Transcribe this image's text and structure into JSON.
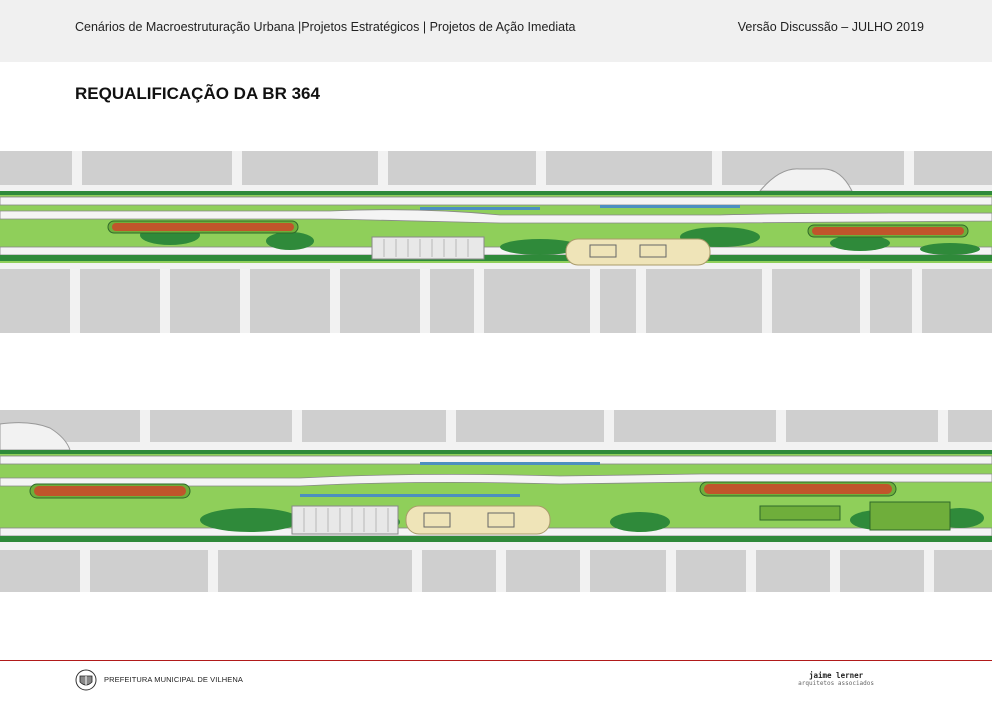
{
  "header": {
    "left": "Cenários de Macroestruturação Urbana |Projetos Estratégicos | Projetos de Ação Imediata",
    "right": "Versão Discussão – JULHO 2019"
  },
  "title": "REQUALIFICAÇÃO DA BR 364",
  "footer": {
    "org": "PREFEITURA MUNICIPAL DE VILHENA",
    "firm_name": "jaime lerner",
    "firm_sub": "arquitetos associados"
  },
  "colors": {
    "block": "#cfcfcf",
    "road": "#f2f2f2",
    "grass": "#7cc04a",
    "tree": "#2f8a3a",
    "flower": "#c0552b",
    "plaza": "#efe4b8",
    "divider": "#b11a1a"
  }
}
